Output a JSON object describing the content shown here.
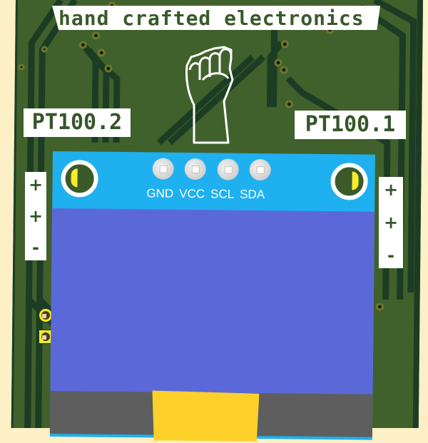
{
  "board": {
    "banner_text": "hand crafted electronics",
    "logo_icon": "raised-fist-icon",
    "sensor_left_label": "PT100.2",
    "sensor_right_label": "PT100.1",
    "left_pins": [
      "+",
      "+",
      "-"
    ],
    "right_pins": [
      "+",
      "+",
      "-"
    ]
  },
  "oled": {
    "pins": [
      "GND",
      "VCC",
      "SCL",
      "SDA"
    ],
    "colors": {
      "pcb": "#1fb0f0",
      "screen": "#5b69d8",
      "flex_cable": "#fdd12a",
      "flex_base": "#5e5e5e"
    }
  },
  "colors": {
    "board_green": "#40612b",
    "trace_dark": "#1c3d24",
    "silkscreen": "#ffffff",
    "background": "#fdf0c6",
    "pad_yellow": "#f5ed1c"
  }
}
